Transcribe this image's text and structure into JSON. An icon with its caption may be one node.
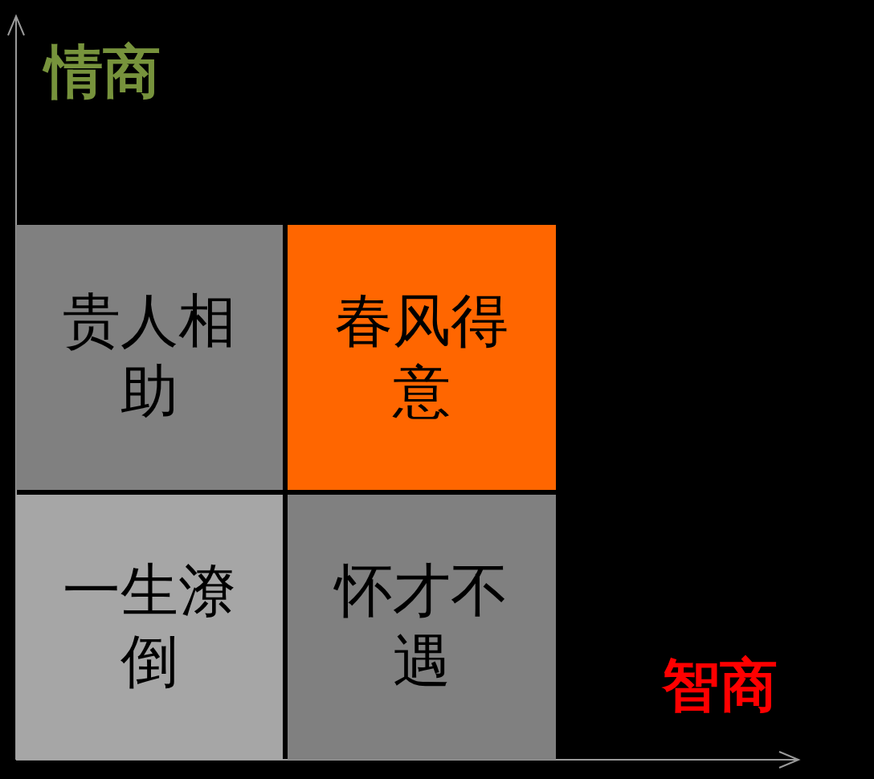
{
  "diagram": {
    "nodes": [
      {
        "text": [
          "贵人相助"
        ]
      },
      {
        "text": [
          "春风得意"
        ]
      },
      {
        "text": [
          "一生潦倒"
        ]
      },
      {
        "text": [
          "怀才不遇"
        ]
      }
    ],
    "labels": [
      "情商",
      "智商"
    ]
  }
}
